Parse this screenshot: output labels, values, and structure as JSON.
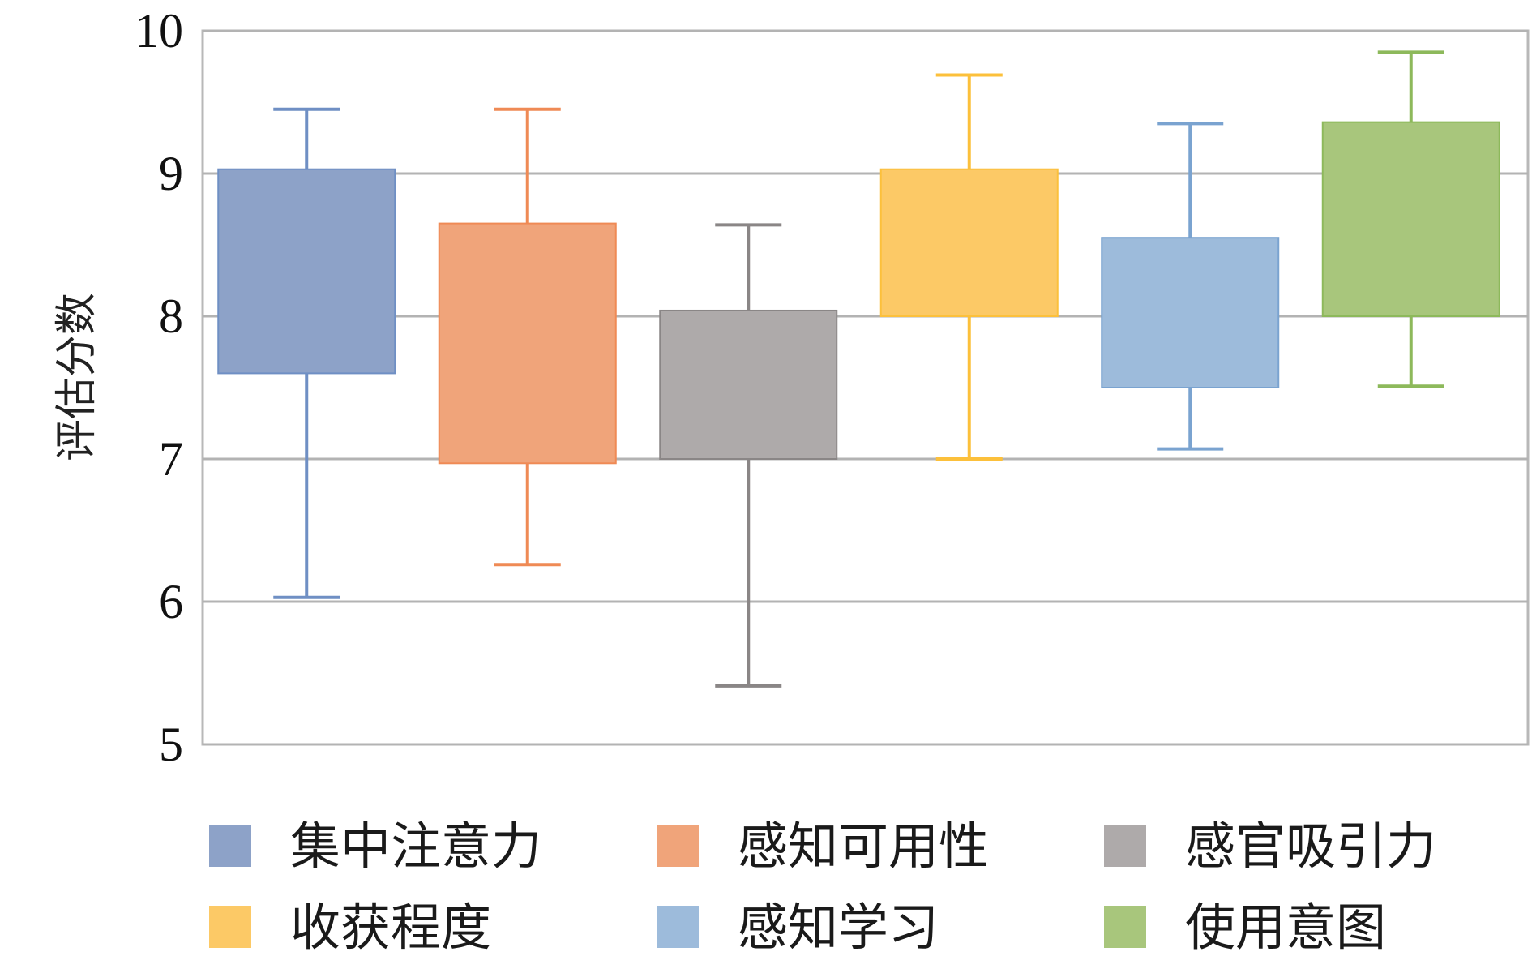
{
  "chart_data": {
    "type": "boxplot",
    "title": "",
    "xlabel": "",
    "ylabel": "评估分数",
    "ylim": [
      5,
      10
    ],
    "yticks": [
      5,
      6,
      7,
      8,
      9,
      10
    ],
    "grid": true,
    "legend_position": "bottom",
    "series": [
      {
        "name": "集中注意力",
        "color": "#8da2c8",
        "whisker_color": "#6f8fc4",
        "min": 6.03,
        "q1": 7.6,
        "q3": 9.03,
        "max": 9.45
      },
      {
        "name": "感知可用性",
        "color": "#f0a47a",
        "whisker_color": "#ef8a55",
        "min": 6.26,
        "q1": 6.97,
        "q3": 8.65,
        "max": 9.45
      },
      {
        "name": "感官吸引力",
        "color": "#aeaaaa",
        "whisker_color": "#8a8686",
        "min": 5.41,
        "q1": 7.0,
        "q3": 8.04,
        "max": 8.64
      },
      {
        "name": "收获程度",
        "color": "#fcc966",
        "whisker_color": "#fcc03b",
        "min": 7.0,
        "q1": 8.0,
        "q3": 9.03,
        "max": 9.69
      },
      {
        "name": "感知学习",
        "color": "#9dbbdb",
        "whisker_color": "#7aa3d0",
        "min": 7.07,
        "q1": 7.5,
        "q3": 8.55,
        "max": 9.35
      },
      {
        "name": "使用意图",
        "color": "#a8c67c",
        "whisker_color": "#8db95b",
        "min": 7.51,
        "q1": 8.0,
        "q3": 9.36,
        "max": 9.85
      }
    ]
  }
}
